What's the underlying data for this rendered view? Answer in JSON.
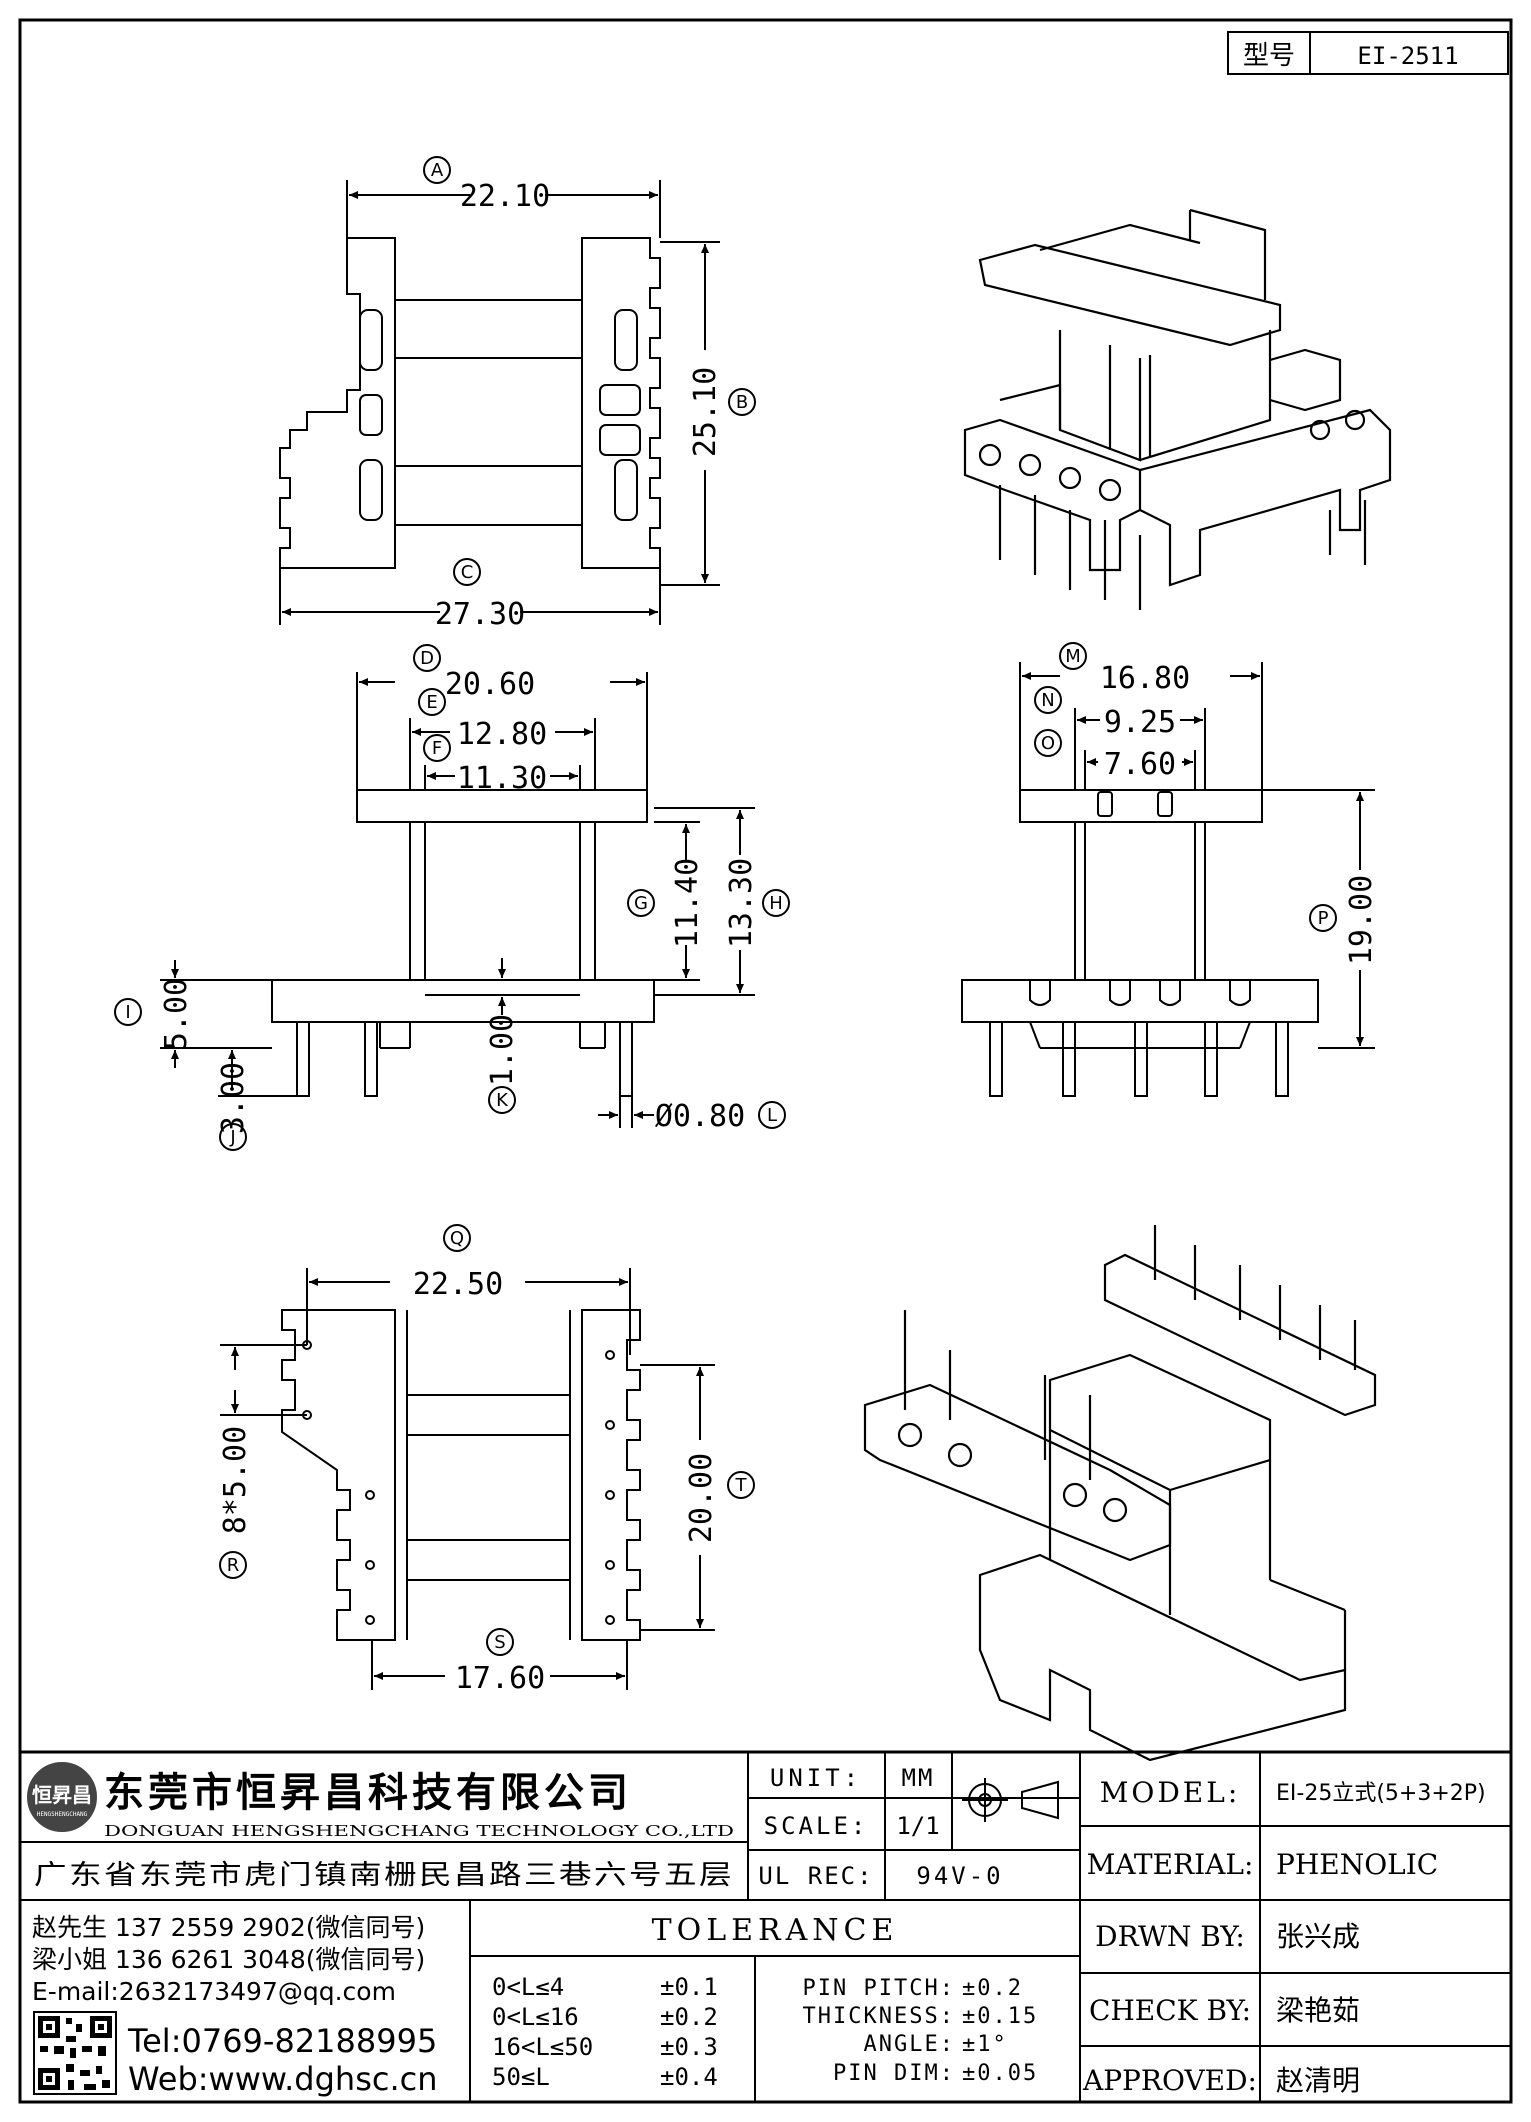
{
  "model_box": {
    "label": "型号",
    "value": "EI-2511"
  },
  "dimensions": {
    "A": "22.10",
    "B": "25.10",
    "C": "27.30",
    "D": "20.60",
    "E": "12.80",
    "F": "11.30",
    "G": "11.40",
    "H": "13.30",
    "I": "5.00",
    "J": "3.00",
    "K": "1.00",
    "L": "Ø0.80",
    "M": "16.80",
    "N": "9.25",
    "O": "7.60",
    "P": "19.00",
    "Q": "22.50",
    "R": "8*5.00",
    "S": "17.60",
    "T": "20.00"
  },
  "company": {
    "logo_text": "恒昇昌",
    "logo_sub": "HENGSHENGCHANG",
    "name_cn": "东莞市恒昇昌科技有限公司",
    "name_en": "DONGUAN HENGSHENGCHANG TECHNOLOGY CO.,LTD",
    "address": "广东省东莞市虎门镇南栅民昌路三巷六号五层",
    "contact1": "赵先生 137 2559 2902(微信同号)",
    "contact2": "梁小姐 136 6261 3048(微信同号)",
    "email": "E-mail:2632173497@qq.com",
    "tel": "Tel:0769-82188995",
    "web": "Web:www.dghsc.cn"
  },
  "specs": {
    "unit_label": "UNIT:",
    "unit_value": "MM",
    "scale_label": "SCALE:",
    "scale_value": "1/1",
    "ulrec_label": "UL REC:",
    "ulrec_value": "94V-0"
  },
  "tolerance": {
    "title": "TOLERANCE",
    "rows": [
      {
        "range": "0<L≤4",
        "value": "±0.1"
      },
      {
        "range": "0<L≤16",
        "value": "±0.2"
      },
      {
        "range": "16<L≤50",
        "value": "±0.3"
      },
      {
        "range": "50≤L",
        "value": "±0.4"
      }
    ],
    "extra": [
      {
        "label": "PIN PITCH:",
        "value": "±0.2"
      },
      {
        "label": "THICKNESS:",
        "value": "±0.15"
      },
      {
        "label": "ANGLE:",
        "value": "±1°"
      },
      {
        "label": "PIN DIM:",
        "value": "±0.05"
      }
    ]
  },
  "info": [
    {
      "label": "MODEL:",
      "value": "EI-25立式(5+3+2P)"
    },
    {
      "label": "MATERIAL:",
      "value": "PHENOLIC"
    },
    {
      "label": "DRWN BY:",
      "value": "张兴成"
    },
    {
      "label": "CHECK BY:",
      "value": "梁艳茹"
    },
    {
      "label": "APPROVED:",
      "value": "赵清明"
    }
  ]
}
